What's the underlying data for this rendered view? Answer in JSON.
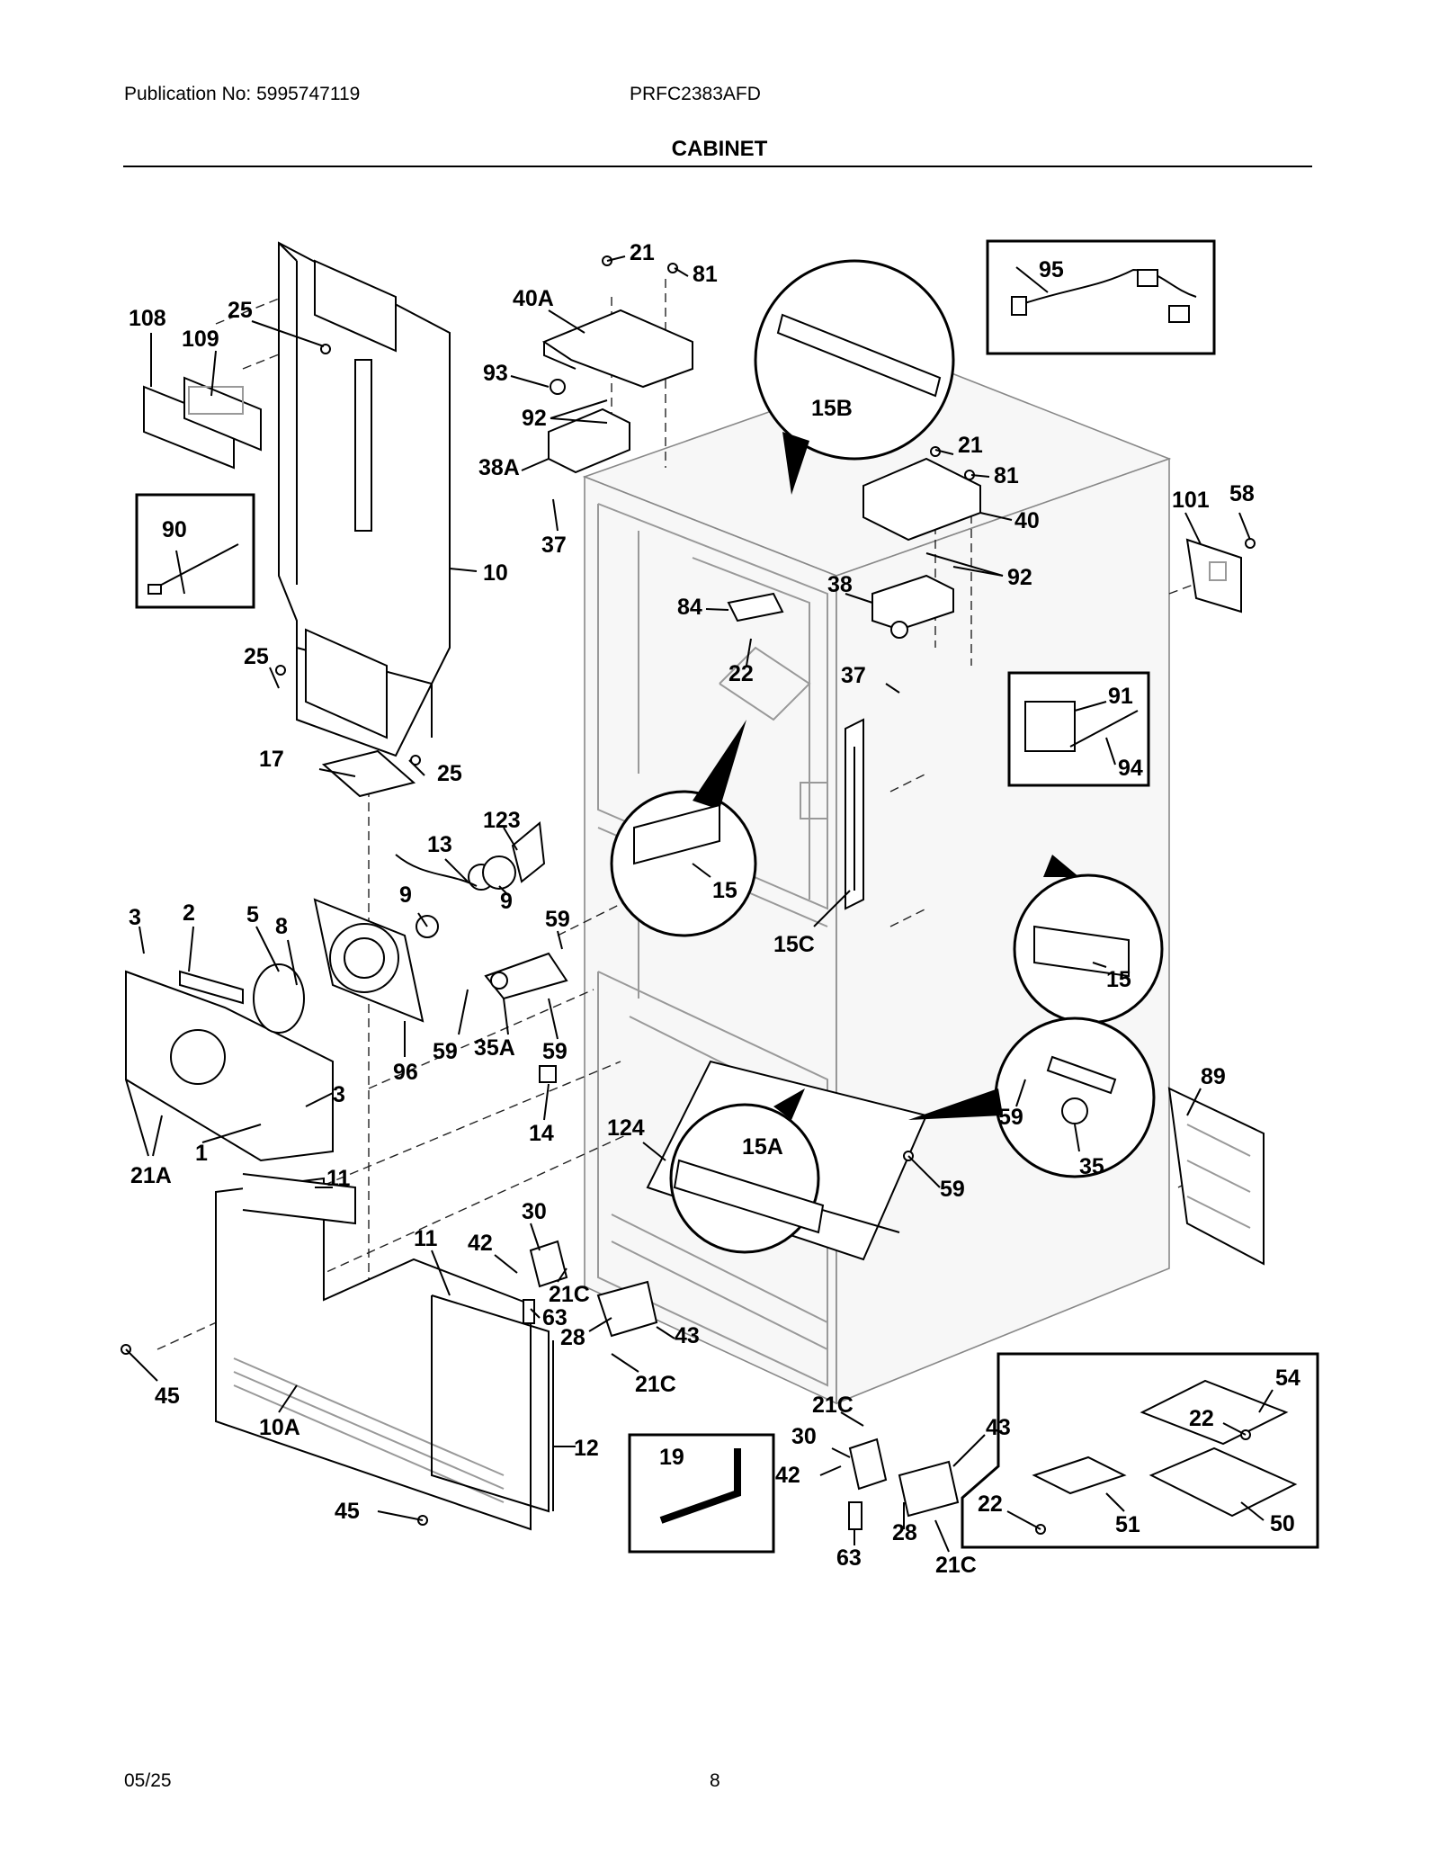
{
  "header": {
    "publication": "Publication No: 5995747119",
    "model": "PRFC2383AFD",
    "section_title": "CABINET"
  },
  "footer": {
    "date": "05/25",
    "page_number": "8"
  },
  "diagram": {
    "callouts": {
      "c108": "108",
      "c25a": "25",
      "c109": "109",
      "c90": "90",
      "c10": "10",
      "c25b": "25",
      "c17": "17",
      "c25c": "25",
      "c21a": "21",
      "c81a": "81",
      "c40A": "40A",
      "c93": "93",
      "c92a": "92",
      "c38A": "38A",
      "c37a": "37",
      "c95": "95",
      "c15B": "15B",
      "c21b": "21",
      "c81b": "81",
      "c40": "40",
      "c101": "101",
      "c58": "58",
      "c92b": "92",
      "c38": "38",
      "c84": "84",
      "c22a": "22",
      "c37b": "37",
      "c91": "91",
      "c94": "94",
      "c15a": "15",
      "c15C": "15C",
      "c15b": "15",
      "c123": "123",
      "c13": "13",
      "c9a": "9",
      "c9b": "9",
      "c59a": "59",
      "c3a": "3",
      "c2": "2",
      "c5": "5",
      "c8": "8",
      "c96": "96",
      "c59b": "59",
      "c35A": "35A",
      "c59c": "59",
      "c3b": "3",
      "c1": "1",
      "c21A": "21A",
      "c14": "14",
      "c124": "124",
      "c15A": "15A",
      "c59d": "59",
      "c35": "35",
      "c59e": "59",
      "c89": "89",
      "c11a": "11",
      "c11b": "11",
      "c30a": "30",
      "c42a": "42",
      "c21Ca": "21C",
      "c63a": "63",
      "c28a": "28",
      "c43a": "43",
      "c21Cb": "21C",
      "c45a": "45",
      "c10A": "10A",
      "c12": "12",
      "c45b": "45",
      "c19": "19",
      "c21Cc": "21C",
      "c30b": "30",
      "c43b": "43",
      "c42b": "42",
      "c63b": "63",
      "c28b": "28",
      "c21Cd": "21C",
      "c22b": "22",
      "c54": "54",
      "c22c": "22",
      "c51": "51",
      "c50": "50"
    }
  }
}
